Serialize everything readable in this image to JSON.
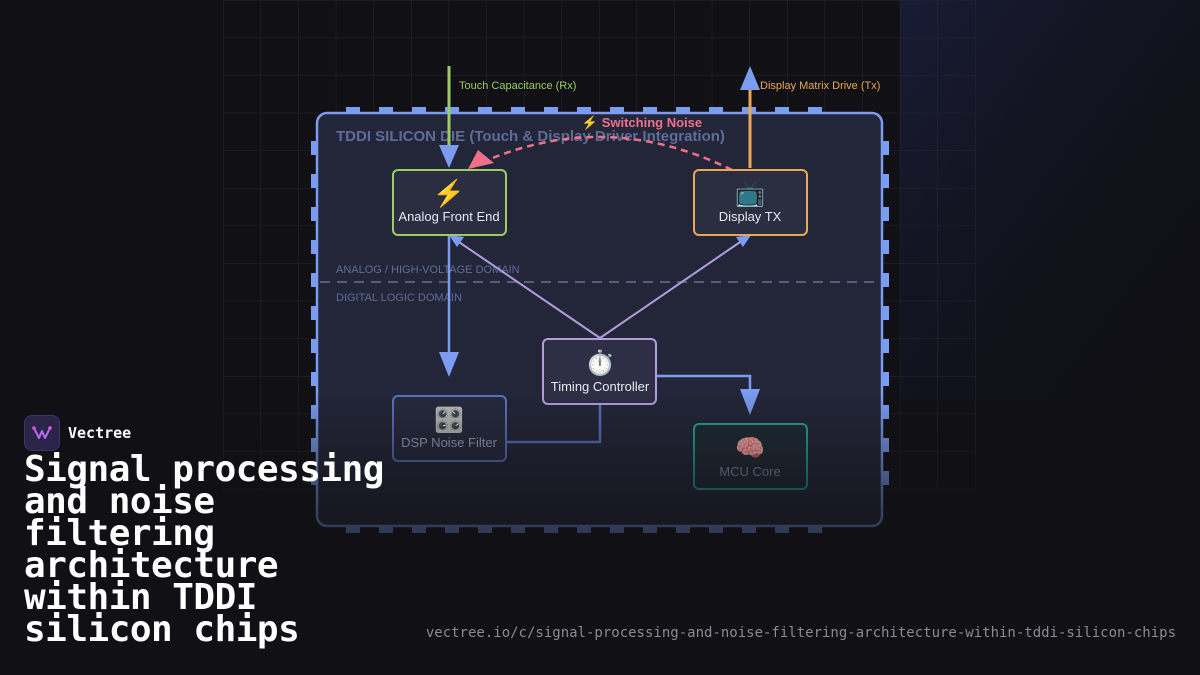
{
  "diagram": {
    "title": "TDDI SILICON DIE (Touch & Display Driver Integration)",
    "domains": {
      "analog": "ANALOG / HIGH-VOLTAGE DOMAIN",
      "digital": "DIGITAL LOGIC DOMAIN"
    },
    "external": {
      "rx_label": "Touch Capacitance (Rx)",
      "tx_label": "Display Matrix Drive (Tx)"
    },
    "noise_label": "⚡ Switching Noise",
    "nodes": {
      "afe": {
        "icon": "⚡",
        "label": "Analog Front End"
      },
      "display_tx": {
        "icon": "📺",
        "label": "Display TX"
      },
      "timing": {
        "icon": "⏱️",
        "label": "Timing Controller"
      },
      "dsp": {
        "icon": "🎛️",
        "label": "DSP Noise Filter"
      },
      "mcu": {
        "icon": "🧠",
        "label": "MCU Core"
      }
    },
    "colors": {
      "die_border": "#7b9cf0",
      "afe": "#9ccc65",
      "display_tx": "#e8a857",
      "timing": "#b39ddb",
      "dsp": "#7b9cf0",
      "mcu": "#26a69a",
      "noise": "#f0708c"
    }
  },
  "brand": {
    "name": "Vectree"
  },
  "headline": "Signal processing and noise filtering architecture within TDDI silicon chips",
  "url": "vectree.io/c/signal-processing-and-noise-filtering-architecture-within-tddi-silicon-chips"
}
